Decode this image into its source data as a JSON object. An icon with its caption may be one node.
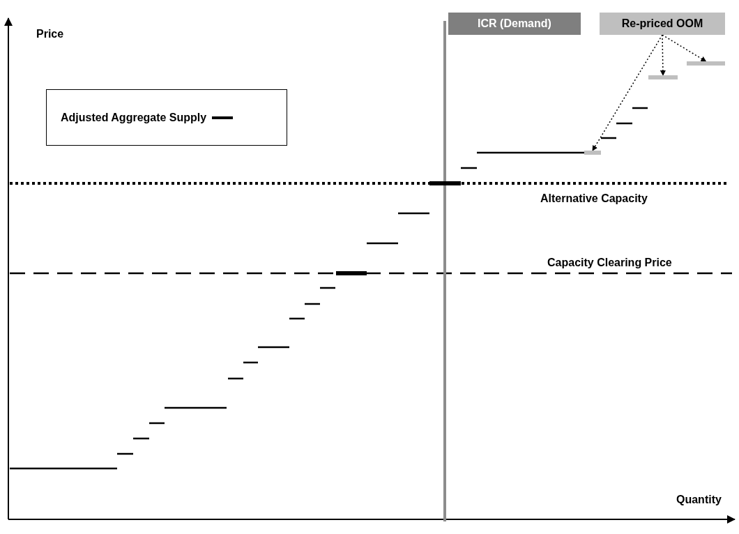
{
  "diagram": {
    "nodes": [
      {
        "text": [
          "ICR (Demand)"
        ]
      },
      {
        "text": [
          "Re-priced OOM"
        ]
      },
      {
        "text": [],
        "shape": "bar"
      },
      {
        "text": [],
        "shape": "bar"
      },
      {
        "text": [],
        "shape": "bar"
      }
    ],
    "edges": [
      {
        "from": 1,
        "to": 2,
        "arrow": "to",
        "style": "dashed"
      },
      {
        "from": 1,
        "to": 3,
        "arrow": "to",
        "style": "dashed"
      },
      {
        "from": 1,
        "to": 4,
        "arrow": "to",
        "style": "dashed"
      }
    ],
    "labels": [
      "Price",
      "Alternative Capacity",
      "Capacity Clearing Price",
      "Quantity"
    ],
    "legend": [
      {
        "text": "Adjusted Aggregate Supply"
      }
    ]
  }
}
